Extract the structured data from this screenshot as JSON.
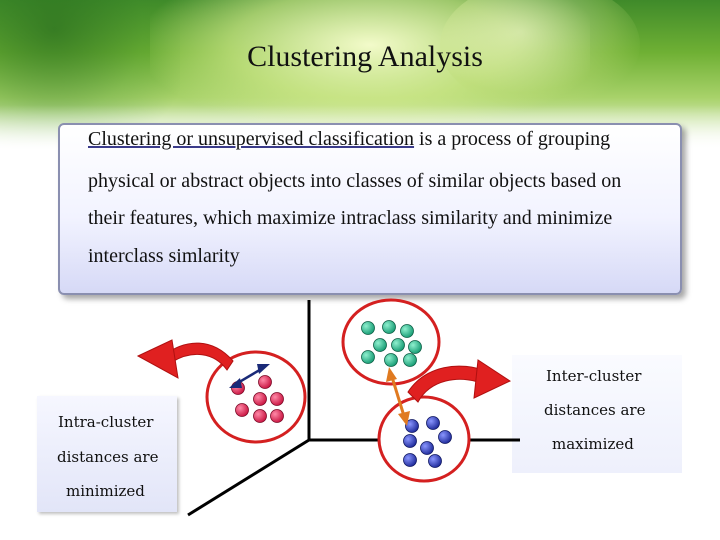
{
  "slide": {
    "title": "Clustering  Analysis"
  },
  "definition": {
    "term": "Clustering or unsupervised classification",
    "line1_rest": " is a process of grouping",
    "line2": "physical or abstract objects into classes of similar objects based on",
    "line3": "their features, which maximize intraclass similarity and minimize",
    "line4": "interclass simlarity"
  },
  "intra_label": {
    "line1": "Intra-cluster",
    "line2": "distances are",
    "line3": "minimized"
  },
  "inter_label": {
    "line1": "Inter-cluster",
    "line2": "distances are",
    "line3": "maximized"
  },
  "colors": {
    "cluster_ring": "#d42020",
    "arrow_red": "#e02020",
    "teal_points": "#20b488",
    "pink_points": "#e0205a",
    "blue_points": "#2838c8",
    "inter_arrow": "#e07a20",
    "intra_arrow": "#1a2a78",
    "axes": "#000000"
  }
}
